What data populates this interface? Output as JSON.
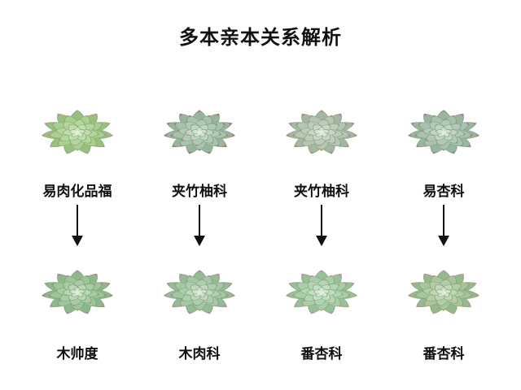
{
  "title": "多本亲本关系解析",
  "colors": {
    "text": "#111111",
    "arrow": "#111111",
    "background": "#ffffff"
  },
  "columns": [
    {
      "top_label": "易肉化品福",
      "bottom_label": "木帅度",
      "top_plant": {
        "icon": "echeveria-icon",
        "base": "#a9d08e",
        "tip": "#d98a94"
      },
      "bottom_plant": {
        "icon": "echeveria-icon",
        "base": "#9cc59a",
        "tip": "#c97a86"
      }
    },
    {
      "top_label": "夹竹柚科",
      "bottom_label": "木肉科",
      "top_plant": {
        "icon": "echeveria-icon",
        "base": "#a7c2ad",
        "tip": "#b9636f"
      },
      "bottom_plant": {
        "icon": "echeveria-icon",
        "base": "#a3c9a4",
        "tip": "#cc8590"
      }
    },
    {
      "top_label": "夹竹柚科",
      "bottom_label": "番杏科",
      "top_plant": {
        "icon": "echeveria-icon",
        "base": "#b3c7b2",
        "tip": "#c27a80"
      },
      "bottom_plant": {
        "icon": "echeveria-icon",
        "base": "#a9cfa9",
        "tip": "#cf8c8f"
      }
    },
    {
      "top_label": "易杏科",
      "bottom_label": "番杏科",
      "top_plant": {
        "icon": "echeveria-icon",
        "base": "#a7c3af",
        "tip": "#b7747c"
      },
      "bottom_plant": {
        "icon": "echeveria-icon",
        "base": "#a6c79c",
        "tip": "#d4967c"
      }
    }
  ]
}
